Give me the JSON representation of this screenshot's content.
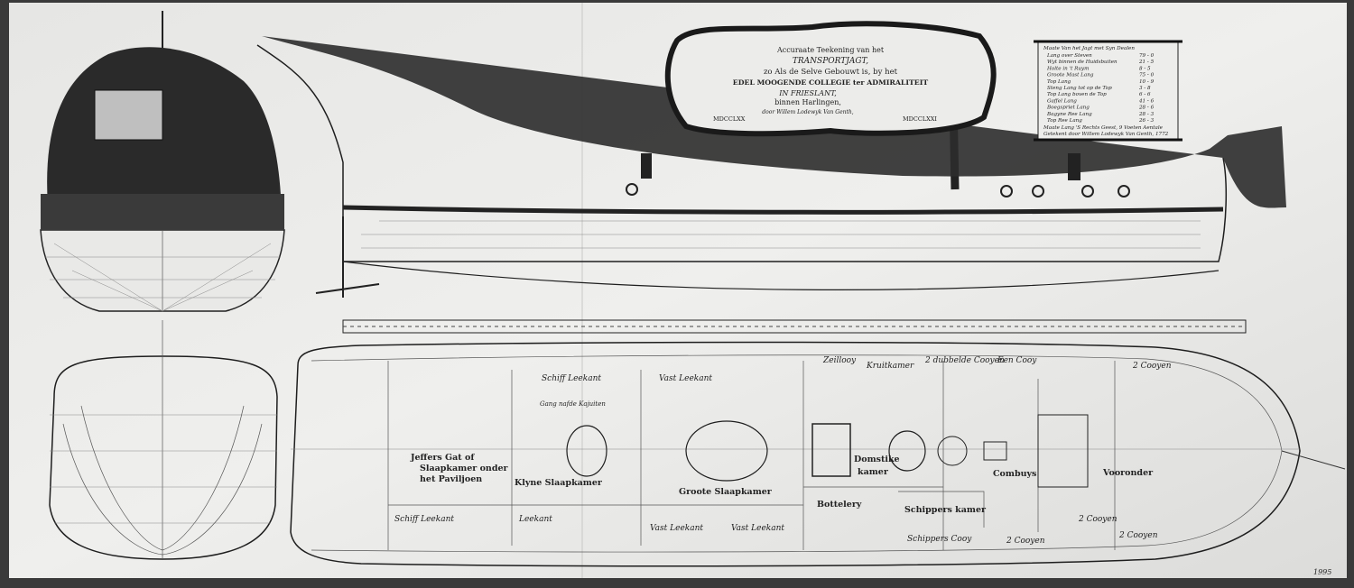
{
  "cartouche": {
    "line1": "Accuraate Teekening van het",
    "line2": "TRANSPORTJAGT,",
    "line3": "zo Als de Selve Gebouwt is, by het",
    "line4": "EDEL MOOGENDE COLLEGIE ter ADMIRALITEIT",
    "line5": "IN FRIESLANT,",
    "line6": "binnen Harlingen,",
    "line7": "door Willem Lodewyk Van Genth,",
    "year_left": "MDCCLXX",
    "year_right": "MDCCLXXI"
  },
  "dimensions_table": {
    "header": "Maate Van het Jagt met Syn Dealen",
    "rows": [
      {
        "label": "Lang over Steven",
        "value": "79 - 0"
      },
      {
        "label": "Wyt binnen de Huidsbuiten",
        "value": "21 - 5"
      },
      {
        "label": "Holte in 't Ruym",
        "value": "8 - 5"
      },
      {
        "label": "Groote Mast Lang",
        "value": "75 - 0"
      },
      {
        "label": "Top Lang",
        "value": "10 - 9"
      },
      {
        "label": "Steng Lang tot op de Top",
        "value": "3 - 8"
      },
      {
        "label": "Top Lang boven de Top",
        "value": "6 - 6"
      },
      {
        "label": "Gaffel Lang",
        "value": "41 - 6"
      },
      {
        "label": "Boegspriet Lang",
        "value": "28 - 6"
      },
      {
        "label": "Bagyne Ree Lang",
        "value": "28 - 3"
      },
      {
        "label": "Top Ree Lang",
        "value": "26 - 3"
      }
    ],
    "footer1": "Maate Lang 'S Rechts Geest, 9 Voeten Aentale",
    "footer2": "Getekent door Willem Lodewyk Van Genth, 1772"
  },
  "deck_labels": {
    "jeffers_gat": "Jeffers Gat of",
    "slaapkamer_onder": "Slaapkamer onder",
    "paviljoen": "het Paviljoen",
    "kleine_slaapkamer": "Klyne Slaapkamer",
    "groote_slaapkamer": "Groote Slaapkamer",
    "bottelery": "Bottelery",
    "domstike_kamer_1": "Domstike",
    "domstike_kamer_2": "kamer",
    "schippers_kamer": "Schippers kamer",
    "combuys": "Combuys",
    "vooronder": "Vooronder",
    "schiff_leekant_top": "Schiff Leekant",
    "vast_leekant_top": "Vast Leekant",
    "schiff_leekant_bottom": "Schiff Leekant",
    "leekant": "Leekant",
    "vast_leekant_bottom_1": "Vast Leekant",
    "vast_leekant_bottom_2": "Vast Leekant",
    "gang": "Gang nafde Kajuiten",
    "kooi_1": "2 Cooyen",
    "kooi_2": "2 Cooyen",
    "kooi_3": "2 Cooyen",
    "kooi_4": "2 Cooyen",
    "schippers_cooy": "Schippers Cooy",
    "dubbelde_cooyen": "2 dubbelde Cooyen",
    "een_cooy": "Een Cooy",
    "kruitkamer": "Kruitkamer",
    "zeil_kooi": "Zeillooy"
  },
  "sheet_number": "1995"
}
